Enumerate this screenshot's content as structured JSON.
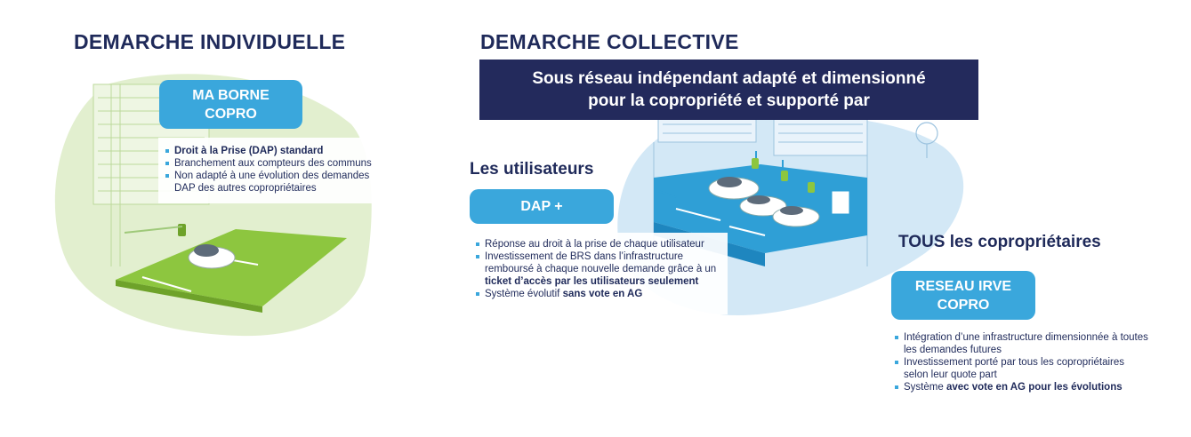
{
  "individual": {
    "title": "DEMARCHE INDIVIDUELLE",
    "pill_line1": "MA BORNE",
    "pill_line2": "COPRO",
    "items": [
      {
        "bold": "Droit à la Prise (DAP) standard",
        "text": ""
      },
      {
        "bold": "",
        "text": "Branchement aux compteurs des communs"
      },
      {
        "bold": "",
        "text": "Non adapté à une évolution des demandes DAP des autres copropriétaires"
      }
    ]
  },
  "collective": {
    "title": "DEMARCHE COLLECTIVE",
    "banner_line1": "Sous réseau indépendant adapté et dimensionné",
    "banner_line2": "pour la copropriété et supporté par",
    "users": {
      "heading": "Les utilisateurs",
      "pill": "DAP +",
      "item1": "Réponse au droit à la prise de chaque utilisateur",
      "item2_text": "Investissement de BRS dans l’infrastructure remboursé à chaque nouvelle demande grâce à un",
      "item2_bold": "ticket d’accès par les utilisateurs seulement",
      "item3_text": "Système évolutif ",
      "item3_bold": "sans vote en AG"
    },
    "owners": {
      "heading": "TOUS les copropriétaires",
      "pill_line1": "RESEAU IRVE",
      "pill_line2": "COPRO",
      "item1": "Intégration d’une infrastructure dimensionnée à toutes les demandes futures",
      "item2": "Investissement porté par tous les copropriétaires selon leur quote part",
      "item3_text": "Système ",
      "item3_bold": "avec vote en AG pour les évolutions"
    }
  },
  "colors": {
    "navy": "#232a5c",
    "accent_blue": "#3aa7dc",
    "grass_green": "#8dc63f",
    "light_green": "#dcecc6",
    "light_blue": "#cfe6f4"
  }
}
